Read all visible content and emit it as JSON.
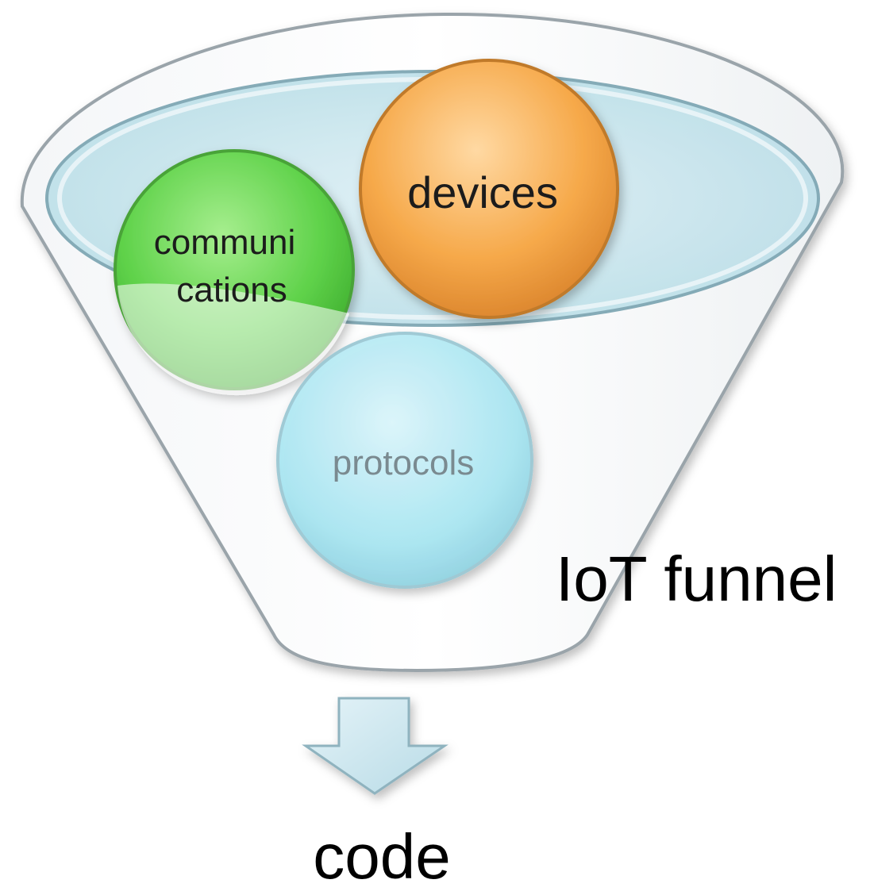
{
  "diagram": {
    "title": "IoT funnel",
    "output_label": "code",
    "circles": [
      {
        "id": "communications",
        "lines": [
          "communi",
          "cations"
        ],
        "color": "#5fd24a"
      },
      {
        "id": "devices",
        "lines": [
          "devices"
        ],
        "color": "#f6a94a"
      },
      {
        "id": "protocols",
        "lines": [
          "protocols"
        ],
        "color": "#a9e6f2"
      }
    ],
    "colors": {
      "funnel_rim": "#bfe1ea",
      "funnel_outline": "#8aa9b3",
      "arrow_fill": "#cfe8f0"
    }
  }
}
